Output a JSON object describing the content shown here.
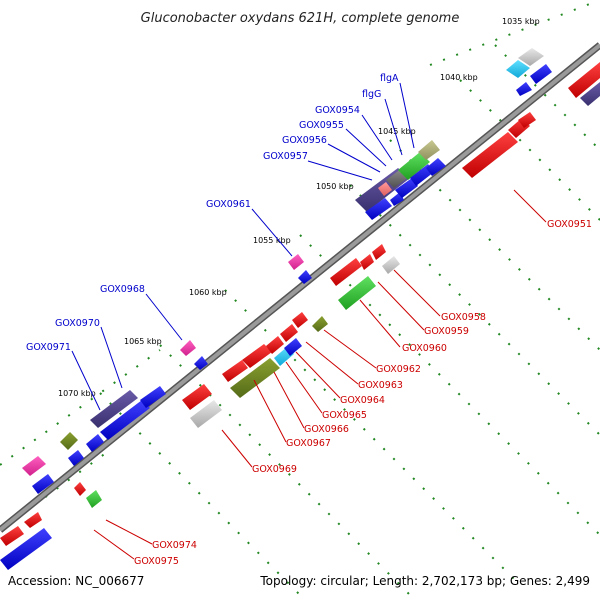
{
  "title": "Gluconobacter oxydans 621H, complete genome",
  "footer": {
    "accession": "Accession: NC_006677",
    "stats": "Topology: circular; Length: 2,702,173 bp; Genes: 2,499"
  },
  "ticks": [
    "1035 kbp",
    "1040 kbp",
    "1045 kbp",
    "1050 kbp",
    "1055 kbp",
    "1060 kbp",
    "1065 kbp",
    "1070 kbp"
  ],
  "top_labels": [
    "flgA",
    "flgG",
    "GOX0954",
    "GOX0955",
    "GOX0956",
    "GOX0957",
    "GOX0961",
    "GOX0968",
    "GOX0970",
    "GOX0971"
  ],
  "bottom_labels": [
    "GOX0951",
    "GOX0958",
    "GOX0959",
    "GOX0960",
    "GOX0962",
    "GOX0963",
    "GOX0964",
    "GOX0965",
    "GOX0966",
    "GOX0967",
    "GOX0969",
    "GOX0974",
    "GOX0975"
  ],
  "colors": {
    "backbone": "#8a8a8a",
    "forward": "#0000dd",
    "reverse": "#dd0000",
    "tick_dots": "#228822",
    "label_top": "#0000cc",
    "label_bottom": "#cc0000"
  }
}
